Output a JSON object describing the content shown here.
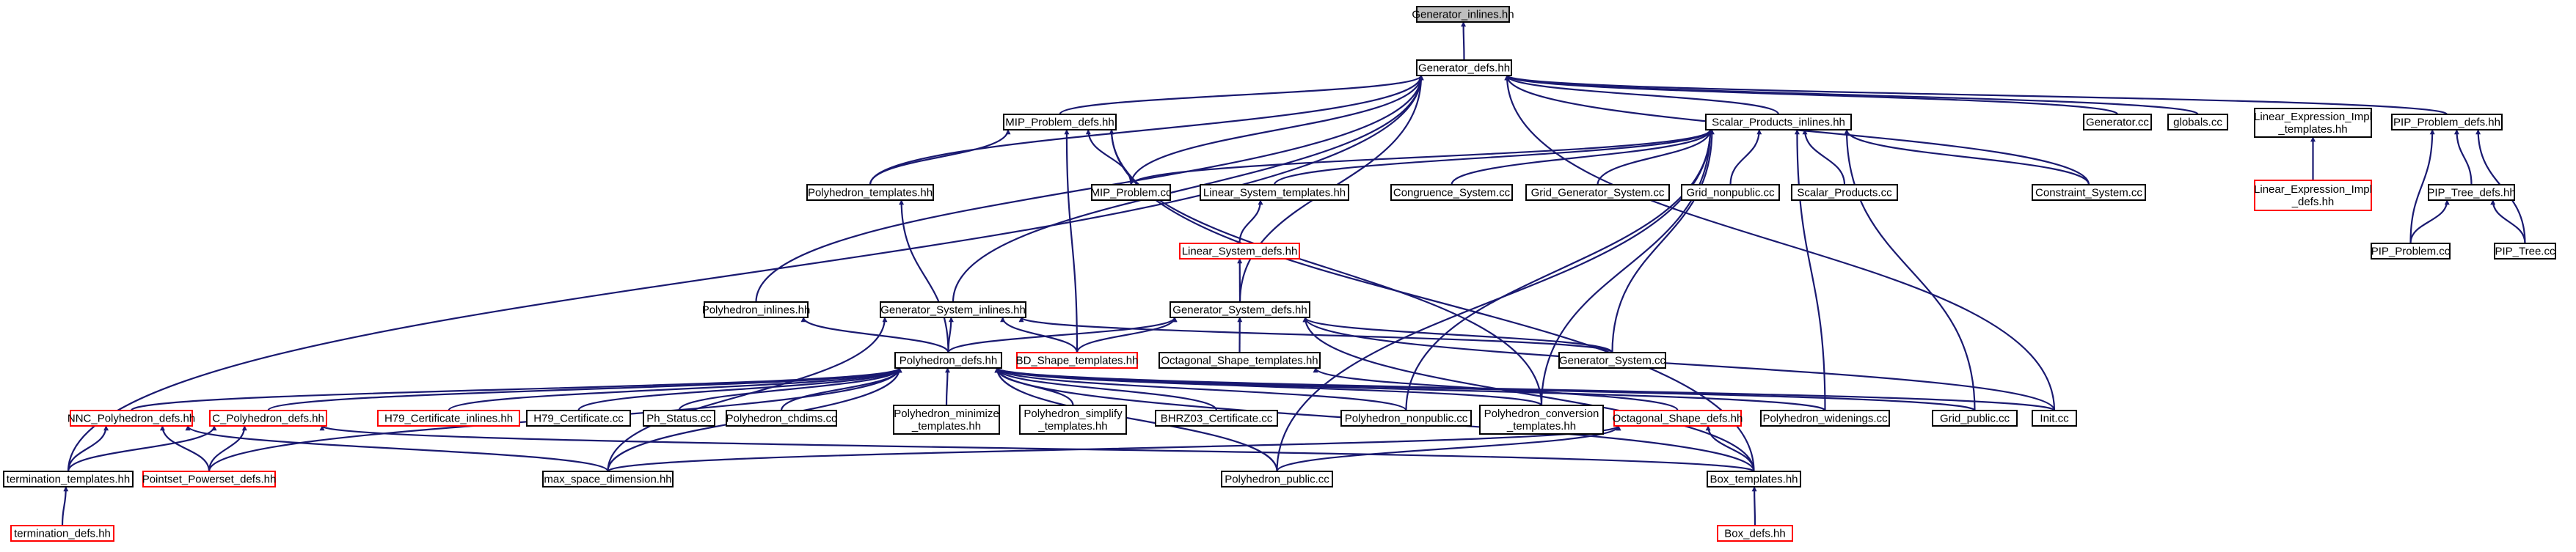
{
  "colors": {
    "edge": "#191970",
    "node_border": "#000000",
    "node_border_red": "#ff0000",
    "root_fill": "#bfbfbf"
  },
  "nodes": [
    {
      "id": "gen_inl",
      "label": [
        "Generator_inlines.hh"
      ],
      "style": "root"
    },
    {
      "id": "gen_defs",
      "label": [
        "Generator_defs.hh"
      ],
      "style": "normal"
    },
    {
      "id": "mip_defs",
      "label": [
        "MIP_Problem_defs.hh"
      ],
      "style": "normal"
    },
    {
      "id": "sp_inl",
      "label": [
        "Scalar_Products_inlines.hh"
      ],
      "style": "normal"
    },
    {
      "id": "generator_cc",
      "label": [
        "Generator.cc"
      ],
      "style": "normal"
    },
    {
      "id": "globals_cc",
      "label": [
        "globals.cc"
      ],
      "style": "normal"
    },
    {
      "id": "le_impl_templ",
      "label": [
        "Linear_Expression_Impl",
        "_templates.hh"
      ],
      "style": "normal"
    },
    {
      "id": "pip_defs",
      "label": [
        "PIP_Problem_defs.hh"
      ],
      "style": "normal"
    },
    {
      "id": "poly_templ",
      "label": [
        "Polyhedron_templates.hh"
      ],
      "style": "normal"
    },
    {
      "id": "mip_cc",
      "label": [
        "MIP_Problem.cc"
      ],
      "style": "normal"
    },
    {
      "id": "ls_templ",
      "label": [
        "Linear_System_templates.hh"
      ],
      "style": "normal"
    },
    {
      "id": "cong_sys",
      "label": [
        "Congruence_System.cc"
      ],
      "style": "normal"
    },
    {
      "id": "grid_gen_sys",
      "label": [
        "Grid_Generator_System.cc"
      ],
      "style": "normal"
    },
    {
      "id": "grid_nonpub",
      "label": [
        "Grid_nonpublic.cc"
      ],
      "style": "normal"
    },
    {
      "id": "sp_cc",
      "label": [
        "Scalar_Products.cc"
      ],
      "style": "normal"
    },
    {
      "id": "cons_sys",
      "label": [
        "Constraint_System.cc"
      ],
      "style": "normal"
    },
    {
      "id": "le_impl_defs",
      "label": [
        "Linear_Expression_Impl",
        "_defs.hh"
      ],
      "style": "red"
    },
    {
      "id": "pip_tree_defs",
      "label": [
        "PIP_Tree_defs.hh"
      ],
      "style": "normal"
    },
    {
      "id": "ls_defs",
      "label": [
        "Linear_System_defs.hh"
      ],
      "style": "red"
    },
    {
      "id": "pip_problem_cc",
      "label": [
        "PIP_Problem.cc"
      ],
      "style": "normal"
    },
    {
      "id": "pip_tree_cc",
      "label": [
        "PIP_Tree.cc"
      ],
      "style": "normal"
    },
    {
      "id": "poly_inl",
      "label": [
        "Polyhedron_inlines.hh"
      ],
      "style": "normal"
    },
    {
      "id": "gs_inl",
      "label": [
        "Generator_System_inlines.hh"
      ],
      "style": "normal"
    },
    {
      "id": "gs_defs",
      "label": [
        "Generator_System_defs.hh"
      ],
      "style": "normal"
    },
    {
      "id": "poly_defs",
      "label": [
        "Polyhedron_defs.hh"
      ],
      "style": "normal"
    },
    {
      "id": "bd_templ",
      "label": [
        "BD_Shape_templates.hh"
      ],
      "style": "red"
    },
    {
      "id": "oct_templ",
      "label": [
        "Octagonal_Shape_templates.hh"
      ],
      "style": "normal"
    },
    {
      "id": "gen_sys_cc",
      "label": [
        "Generator_System.cc"
      ],
      "style": "normal"
    },
    {
      "id": "nnc_defs",
      "label": [
        "NNC_Polyhedron_defs.hh"
      ],
      "style": "red"
    },
    {
      "id": "c_defs",
      "label": [
        "C_Polyhedron_defs.hh"
      ],
      "style": "red"
    },
    {
      "id": "h79_inl",
      "label": [
        "H79_Certificate_inlines.hh"
      ],
      "style": "red"
    },
    {
      "id": "h79_cc",
      "label": [
        "H79_Certificate.cc"
      ],
      "style": "normal"
    },
    {
      "id": "ph_status",
      "label": [
        "Ph_Status.cc"
      ],
      "style": "normal"
    },
    {
      "id": "poly_chdims",
      "label": [
        "Polyhedron_chdims.cc"
      ],
      "style": "normal"
    },
    {
      "id": "poly_min",
      "label": [
        "Polyhedron_minimize",
        "_templates.hh"
      ],
      "style": "normal"
    },
    {
      "id": "poly_simp",
      "label": [
        "Polyhedron_simplify",
        "_templates.hh"
      ],
      "style": "normal"
    },
    {
      "id": "bhrz03",
      "label": [
        "BHRZ03_Certificate.cc"
      ],
      "style": "normal"
    },
    {
      "id": "poly_nonpub",
      "label": [
        "Polyhedron_nonpublic.cc"
      ],
      "style": "normal"
    },
    {
      "id": "poly_conv",
      "label": [
        "Polyhedron_conversion",
        "_templates.hh"
      ],
      "style": "normal"
    },
    {
      "id": "oct_defs",
      "label": [
        "Octagonal_Shape_defs.hh"
      ],
      "style": "red"
    },
    {
      "id": "poly_widen",
      "label": [
        "Polyhedron_widenings.cc"
      ],
      "style": "normal"
    },
    {
      "id": "grid_pub",
      "label": [
        "Grid_public.cc"
      ],
      "style": "normal"
    },
    {
      "id": "init_cc",
      "label": [
        "Init.cc"
      ],
      "style": "normal"
    },
    {
      "id": "term_templ",
      "label": [
        "termination_templates.hh"
      ],
      "style": "normal"
    },
    {
      "id": "pps_defs",
      "label": [
        "Pointset_Powerset_defs.hh"
      ],
      "style": "red"
    },
    {
      "id": "max_space",
      "label": [
        "max_space_dimension.hh"
      ],
      "style": "normal"
    },
    {
      "id": "poly_pub",
      "label": [
        "Polyhedron_public.cc"
      ],
      "style": "normal"
    },
    {
      "id": "box_templ",
      "label": [
        "Box_templates.hh"
      ],
      "style": "normal"
    },
    {
      "id": "term_defs",
      "label": [
        "termination_defs.hh"
      ],
      "style": "red"
    },
    {
      "id": "box_defs",
      "label": [
        "Box_defs.hh"
      ],
      "style": "red"
    }
  ],
  "edges": [
    [
      "gen_defs",
      "gen_inl"
    ],
    [
      "mip_defs",
      "gen_defs"
    ],
    [
      "sp_inl",
      "gen_defs"
    ],
    [
      "generator_cc",
      "gen_defs"
    ],
    [
      "globals_cc",
      "gen_defs"
    ],
    [
      "pip_defs",
      "gen_defs"
    ],
    [
      "poly_templ",
      "gen_defs"
    ],
    [
      "mip_cc",
      "gen_defs"
    ],
    [
      "cons_sys",
      "gen_defs"
    ],
    [
      "poly_inl",
      "gen_defs"
    ],
    [
      "gs_inl",
      "gen_defs"
    ],
    [
      "gs_defs",
      "gen_defs"
    ],
    [
      "init_cc",
      "gen_defs"
    ],
    [
      "term_templ",
      "gen_defs"
    ],
    [
      "poly_templ",
      "mip_defs"
    ],
    [
      "mip_cc",
      "mip_defs"
    ],
    [
      "bd_templ",
      "mip_defs"
    ],
    [
      "box_templ",
      "mip_defs"
    ],
    [
      "poly_conv",
      "mip_defs"
    ],
    [
      "mip_cc",
      "sp_inl"
    ],
    [
      "ls_templ",
      "sp_inl"
    ],
    [
      "cong_sys",
      "sp_inl"
    ],
    [
      "grid_gen_sys",
      "sp_inl"
    ],
    [
      "grid_nonpub",
      "sp_inl"
    ],
    [
      "sp_cc",
      "sp_inl"
    ],
    [
      "cons_sys",
      "sp_inl"
    ],
    [
      "gen_sys_cc",
      "sp_inl"
    ],
    [
      "poly_nonpub",
      "sp_inl"
    ],
    [
      "poly_conv",
      "sp_inl"
    ],
    [
      "poly_widen",
      "sp_inl"
    ],
    [
      "grid_pub",
      "sp_inl"
    ],
    [
      "poly_pub",
      "sp_inl"
    ],
    [
      "le_impl_defs",
      "le_impl_templ"
    ],
    [
      "pip_tree_defs",
      "pip_defs"
    ],
    [
      "pip_problem_cc",
      "pip_defs"
    ],
    [
      "pip_tree_cc",
      "pip_defs"
    ],
    [
      "pip_problem_cc",
      "pip_tree_defs"
    ],
    [
      "pip_tree_cc",
      "pip_tree_defs"
    ],
    [
      "ls_defs",
      "ls_templ"
    ],
    [
      "gs_defs",
      "ls_defs"
    ],
    [
      "poly_defs",
      "poly_templ"
    ],
    [
      "poly_defs",
      "poly_inl"
    ],
    [
      "poly_defs",
      "gs_inl"
    ],
    [
      "bd_templ",
      "gs_inl"
    ],
    [
      "gen_sys_cc",
      "gs_inl"
    ],
    [
      "max_space",
      "gs_inl"
    ],
    [
      "poly_defs",
      "gs_defs"
    ],
    [
      "bd_templ",
      "gs_defs"
    ],
    [
      "oct_templ",
      "gs_defs"
    ],
    [
      "gen_sys_cc",
      "gs_defs"
    ],
    [
      "init_cc",
      "gs_defs"
    ],
    [
      "box_templ",
      "gs_defs"
    ],
    [
      "nnc_defs",
      "poly_defs"
    ],
    [
      "c_defs",
      "poly_defs"
    ],
    [
      "h79_inl",
      "poly_defs"
    ],
    [
      "h79_cc",
      "poly_defs"
    ],
    [
      "ph_status",
      "poly_defs"
    ],
    [
      "poly_chdims",
      "poly_defs"
    ],
    [
      "poly_min",
      "poly_defs"
    ],
    [
      "poly_simp",
      "poly_defs"
    ],
    [
      "bhrz03",
      "poly_defs"
    ],
    [
      "poly_nonpub",
      "poly_defs"
    ],
    [
      "poly_conv",
      "poly_defs"
    ],
    [
      "poly_widen",
      "poly_defs"
    ],
    [
      "grid_pub",
      "poly_defs"
    ],
    [
      "init_cc",
      "poly_defs"
    ],
    [
      "pps_defs",
      "poly_defs"
    ],
    [
      "max_space",
      "poly_defs"
    ],
    [
      "poly_pub",
      "poly_defs"
    ],
    [
      "box_templ",
      "poly_defs"
    ],
    [
      "oct_defs",
      "oct_templ"
    ],
    [
      "max_space",
      "oct_defs"
    ],
    [
      "poly_pub",
      "oct_defs"
    ],
    [
      "box_templ",
      "oct_defs"
    ],
    [
      "term_templ",
      "nnc_defs"
    ],
    [
      "pps_defs",
      "nnc_defs"
    ],
    [
      "max_space",
      "nnc_defs"
    ],
    [
      "term_templ",
      "c_defs"
    ],
    [
      "pps_defs",
      "c_defs"
    ],
    [
      "box_templ",
      "c_defs"
    ],
    [
      "term_defs",
      "term_templ"
    ],
    [
      "box_defs",
      "box_templ"
    ]
  ]
}
